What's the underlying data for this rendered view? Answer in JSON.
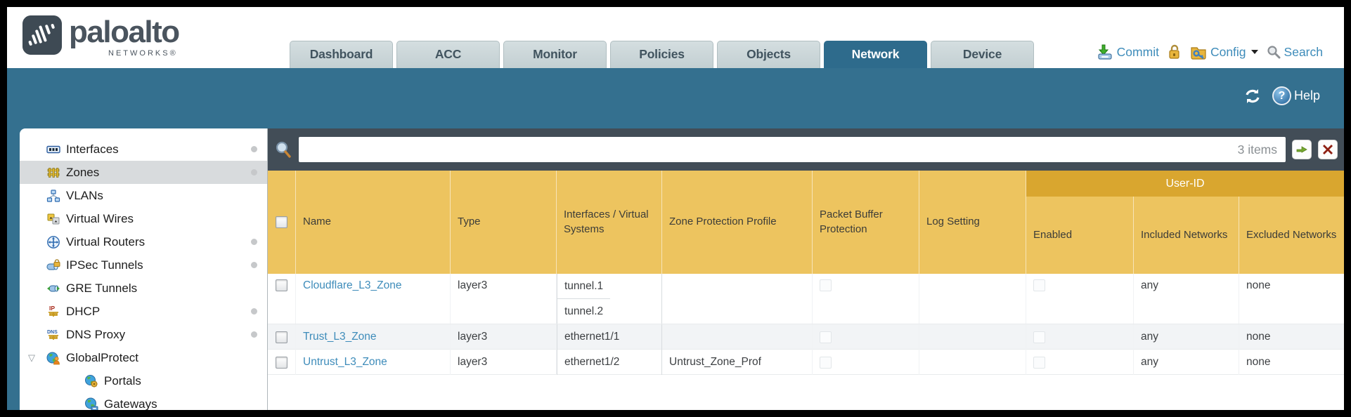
{
  "header": {
    "logo": {
      "brand": "paloalto",
      "sub": "NETWORKS®"
    },
    "tabs": [
      {
        "label": "Dashboard",
        "active": false
      },
      {
        "label": "ACC",
        "active": false
      },
      {
        "label": "Monitor",
        "active": false
      },
      {
        "label": "Policies",
        "active": false
      },
      {
        "label": "Objects",
        "active": false
      },
      {
        "label": "Network",
        "active": true
      },
      {
        "label": "Device",
        "active": false
      }
    ],
    "actions": {
      "commit": "Commit",
      "config": "Config",
      "search": "Search"
    }
  },
  "band": {
    "help_label": "Help"
  },
  "sidebar": {
    "items": [
      {
        "label": "Interfaces",
        "icon": "interfaces-icon",
        "selected": false,
        "dot": true,
        "child": false
      },
      {
        "label": "Zones",
        "icon": "zones-icon",
        "selected": true,
        "dot": true,
        "child": false
      },
      {
        "label": "VLANs",
        "icon": "vlans-icon",
        "selected": false,
        "dot": false,
        "child": false
      },
      {
        "label": "Virtual Wires",
        "icon": "virtual-wires-icon",
        "selected": false,
        "dot": false,
        "child": false
      },
      {
        "label": "Virtual Routers",
        "icon": "virtual-routers-icon",
        "selected": false,
        "dot": true,
        "child": false
      },
      {
        "label": "IPSec Tunnels",
        "icon": "ipsec-tunnels-icon",
        "selected": false,
        "dot": true,
        "child": false
      },
      {
        "label": "GRE Tunnels",
        "icon": "gre-tunnels-icon",
        "selected": false,
        "dot": false,
        "child": false
      },
      {
        "label": "DHCP",
        "icon": "dhcp-icon",
        "selected": false,
        "dot": true,
        "child": false
      },
      {
        "label": "DNS Proxy",
        "icon": "dns-proxy-icon",
        "selected": false,
        "dot": true,
        "child": false
      },
      {
        "label": "GlobalProtect",
        "icon": "globalprotect-icon",
        "selected": false,
        "dot": false,
        "child": false,
        "expanded": true
      },
      {
        "label": "Portals",
        "icon": "portals-icon",
        "selected": false,
        "dot": false,
        "child": true
      },
      {
        "label": "Gateways",
        "icon": "gateways-icon",
        "selected": false,
        "dot": false,
        "child": true
      }
    ]
  },
  "filter": {
    "query": "",
    "items_count": "3 items"
  },
  "table": {
    "group_header": "User-ID",
    "columns": [
      "Name",
      "Type",
      "Interfaces / Virtual Systems",
      "Zone Protection Profile",
      "Packet Buffer Protection",
      "Log Setting",
      "Enabled",
      "Included Networks",
      "Excluded Networks"
    ],
    "rows": [
      {
        "name": "Cloudflare_L3_Zone",
        "type": "layer3",
        "interfaces": [
          "tunnel.1",
          "tunnel.2"
        ],
        "zone_protection_profile": "",
        "packet_buffer_protection": false,
        "log_setting": "",
        "user_id_enabled": false,
        "included_networks": "any",
        "excluded_networks": "none"
      },
      {
        "name": "Trust_L3_Zone",
        "type": "layer3",
        "interfaces": [
          "ethernet1/1"
        ],
        "zone_protection_profile": "",
        "packet_buffer_protection": false,
        "log_setting": "",
        "user_id_enabled": false,
        "included_networks": "any",
        "excluded_networks": "none"
      },
      {
        "name": "Untrust_L3_Zone",
        "type": "layer3",
        "interfaces": [
          "ethernet1/2"
        ],
        "zone_protection_profile": "Untrust_Zone_Prof",
        "packet_buffer_protection": false,
        "log_setting": "",
        "user_id_enabled": false,
        "included_networks": "any",
        "excluded_networks": "none"
      }
    ]
  }
}
